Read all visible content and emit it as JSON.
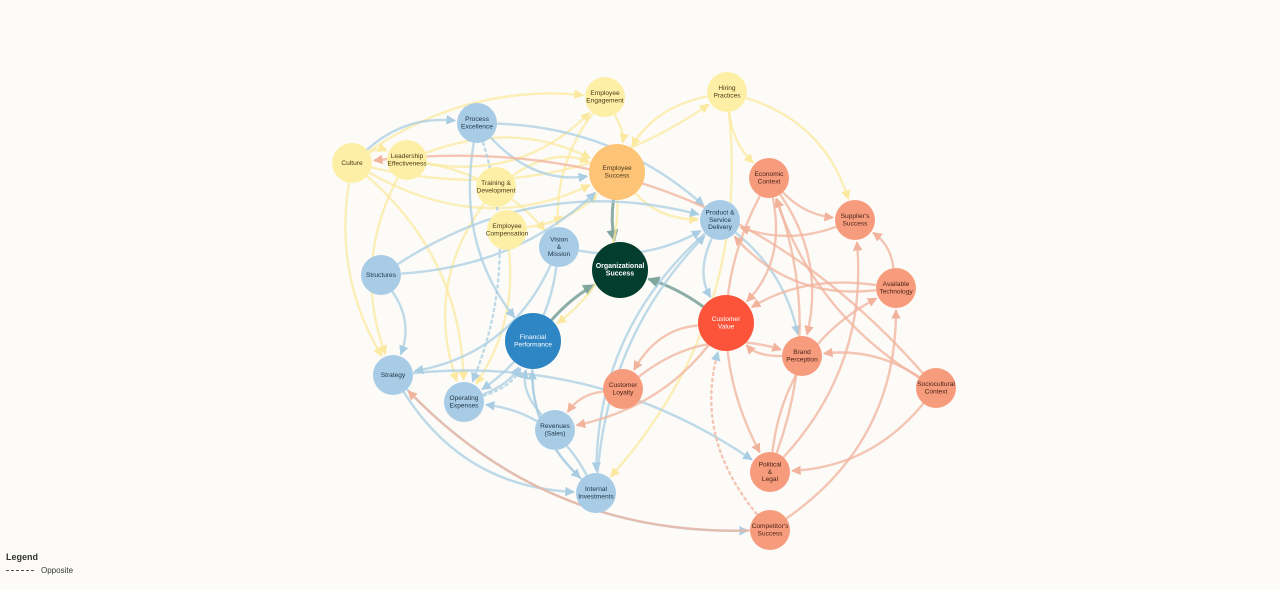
{
  "colors": {
    "org": "#033d2e",
    "employee_hub": "#fdc477",
    "employee_factor": "#fdf0a6",
    "financial_hub": "#2f86c4",
    "financial_factor": "#a8cce6",
    "customer_hub": "#fc543a",
    "customer_factor": "#f79b7d",
    "edge_employee": "#fbe9a0",
    "edge_financial": "#a9cde2",
    "edge_customer": "#f1b39c",
    "edge_hub_org": "#7fa59c"
  },
  "nodes": [
    {
      "id": "org",
      "lines": [
        "Organizational",
        "Success"
      ],
      "group": "org"
    },
    {
      "id": "employee_success",
      "lines": [
        "Employee",
        "Success"
      ],
      "group": "employee_hub"
    },
    {
      "id": "financial_performance",
      "lines": [
        "Financial",
        "Performance"
      ],
      "group": "financial_hub"
    },
    {
      "id": "customer_value",
      "lines": [
        "Customer",
        "Value"
      ],
      "group": "customer_hub"
    },
    {
      "id": "culture",
      "lines": [
        "Culture"
      ],
      "group": "employee_factor"
    },
    {
      "id": "leadership",
      "lines": [
        "Leadership",
        "Effectiveness"
      ],
      "group": "employee_factor"
    },
    {
      "id": "employee_engagement",
      "lines": [
        "Employee",
        "Engagement"
      ],
      "group": "employee_factor"
    },
    {
      "id": "hiring",
      "lines": [
        "Hiring",
        "Practices"
      ],
      "group": "employee_factor"
    },
    {
      "id": "training",
      "lines": [
        "Training &",
        "Development"
      ],
      "group": "employee_factor"
    },
    {
      "id": "compensation",
      "lines": [
        "Employee",
        "Compensation"
      ],
      "group": "employee_factor"
    },
    {
      "id": "process",
      "lines": [
        "Process",
        "Excellence"
      ],
      "group": "financial_factor"
    },
    {
      "id": "structures",
      "lines": [
        "Structures"
      ],
      "group": "financial_factor"
    },
    {
      "id": "strategy",
      "lines": [
        "Strategy"
      ],
      "group": "financial_factor"
    },
    {
      "id": "vision",
      "lines": [
        "Vision",
        "&",
        "Mission"
      ],
      "group": "financial_factor"
    },
    {
      "id": "operating",
      "lines": [
        "Operating",
        "Expenses"
      ],
      "group": "financial_factor"
    },
    {
      "id": "revenues",
      "lines": [
        "Revenues",
        "(Sales)"
      ],
      "group": "financial_factor"
    },
    {
      "id": "internal",
      "lines": [
        "Internal",
        "Investments"
      ],
      "group": "financial_factor"
    },
    {
      "id": "product",
      "lines": [
        "Product &",
        "Service",
        "Delivery"
      ],
      "group": "financial_factor"
    },
    {
      "id": "economic",
      "lines": [
        "Economic",
        "Context"
      ],
      "group": "customer_factor"
    },
    {
      "id": "supplier",
      "lines": [
        "Supplier's",
        "Success"
      ],
      "group": "customer_factor"
    },
    {
      "id": "technology",
      "lines": [
        "Available",
        "Technology"
      ],
      "group": "customer_factor"
    },
    {
      "id": "brand",
      "lines": [
        "Brand",
        "Perception"
      ],
      "group": "customer_factor"
    },
    {
      "id": "loyalty",
      "lines": [
        "Customer",
        "Loyalty"
      ],
      "group": "customer_factor"
    },
    {
      "id": "sociocultural",
      "lines": [
        "Sociocultural",
        "Context"
      ],
      "group": "customer_factor"
    },
    {
      "id": "political",
      "lines": [
        "Political",
        "&",
        "Legal"
      ],
      "group": "customer_factor"
    },
    {
      "id": "competitor",
      "lines": [
        "Competitor's",
        "Success"
      ],
      "group": "customer_factor"
    }
  ],
  "edges": [
    {
      "from": "employee_success",
      "to": "org",
      "type": "hub"
    },
    {
      "from": "financial_performance",
      "to": "org",
      "type": "hub"
    },
    {
      "from": "customer_value",
      "to": "org",
      "type": "hub"
    },
    {
      "from": "employee_engagement",
      "to": "employee_success",
      "type": "employee"
    },
    {
      "from": "hiring",
      "to": "employee_success",
      "type": "employee"
    },
    {
      "from": "training",
      "to": "employee_success",
      "type": "employee"
    },
    {
      "from": "compensation",
      "to": "employee_success",
      "type": "employee"
    },
    {
      "from": "leadership",
      "to": "employee_success",
      "type": "employee"
    },
    {
      "from": "culture",
      "to": "employee_success",
      "type": "employee"
    },
    {
      "from": "culture",
      "to": "employee_engagement",
      "type": "employee"
    },
    {
      "from": "culture",
      "to": "hiring",
      "type": "employee"
    },
    {
      "from": "culture",
      "to": "leadership",
      "type": "employee"
    },
    {
      "from": "culture",
      "to": "strategy",
      "type": "employee"
    },
    {
      "from": "culture",
      "to": "operating",
      "type": "employee"
    },
    {
      "from": "leadership",
      "to": "employee_engagement",
      "type": "employee"
    },
    {
      "from": "leadership",
      "to": "vision",
      "type": "employee"
    },
    {
      "from": "leadership",
      "to": "strategy",
      "type": "employee"
    },
    {
      "from": "hiring",
      "to": "supplier",
      "type": "employee"
    },
    {
      "from": "hiring",
      "to": "economic",
      "type": "employee"
    },
    {
      "from": "hiring",
      "to": "internal",
      "type": "employee"
    },
    {
      "from": "training",
      "to": "operating",
      "type": "employee"
    },
    {
      "from": "compensation",
      "to": "operating",
      "type": "employee"
    },
    {
      "from": "employee_success",
      "to": "product",
      "type": "employee"
    },
    {
      "from": "employee_success",
      "to": "financial_performance",
      "type": "employee"
    },
    {
      "from": "employee_engagement",
      "to": "vision",
      "type": "employee"
    },
    {
      "from": "culture",
      "to": "process",
      "type": "financial"
    },
    {
      "from": "process",
      "to": "employee_success",
      "type": "financial"
    },
    {
      "from": "process",
      "to": "product",
      "type": "financial"
    },
    {
      "from": "process",
      "to": "financial_performance",
      "type": "financial"
    },
    {
      "from": "structures",
      "to": "strategy",
      "type": "financial"
    },
    {
      "from": "structures",
      "to": "employee_success",
      "type": "financial"
    },
    {
      "from": "structures",
      "to": "product",
      "type": "financial"
    },
    {
      "from": "strategy",
      "to": "internal",
      "type": "financial"
    },
    {
      "from": "strategy",
      "to": "political",
      "type": "financial"
    },
    {
      "from": "strategy",
      "to": "competitor",
      "type": "financial"
    },
    {
      "from": "vision",
      "to": "strategy",
      "type": "financial"
    },
    {
      "from": "vision",
      "to": "product",
      "type": "financial"
    },
    {
      "from": "vision",
      "to": "operating",
      "type": "financial"
    },
    {
      "from": "product",
      "to": "customer_value",
      "type": "financial"
    },
    {
      "from": "product",
      "to": "brand",
      "type": "financial"
    },
    {
      "from": "product",
      "to": "internal",
      "type": "financial"
    },
    {
      "from": "revenues",
      "to": "financial_performance",
      "type": "financial"
    },
    {
      "from": "operating",
      "to": "financial_performance",
      "type": "financial"
    },
    {
      "from": "internal",
      "to": "financial_performance",
      "type": "financial"
    },
    {
      "from": "internal",
      "to": "operating",
      "type": "financial"
    },
    {
      "from": "internal",
      "to": "product",
      "type": "financial"
    },
    {
      "from": "financial_performance",
      "to": "internal",
      "type": "financial"
    },
    {
      "from": "economic",
      "to": "customer_value",
      "type": "customer"
    },
    {
      "from": "economic",
      "to": "supplier",
      "type": "customer"
    },
    {
      "from": "economic",
      "to": "brand",
      "type": "customer"
    },
    {
      "from": "economic",
      "to": "political",
      "type": "customer"
    },
    {
      "from": "supplier",
      "to": "product",
      "type": "customer"
    },
    {
      "from": "technology",
      "to": "supplier",
      "type": "customer"
    },
    {
      "from": "technology",
      "to": "product",
      "type": "customer"
    },
    {
      "from": "technology",
      "to": "customer_value",
      "type": "customer"
    },
    {
      "from": "brand",
      "to": "customer_value",
      "type": "customer"
    },
    {
      "from": "customer_value",
      "to": "loyalty",
      "type": "customer"
    },
    {
      "from": "customer_value",
      "to": "revenues",
      "type": "customer"
    },
    {
      "from": "loyalty",
      "to": "revenues",
      "type": "customer"
    },
    {
      "from": "loyalty",
      "to": "brand",
      "type": "customer"
    },
    {
      "from": "sociocultural",
      "to": "brand",
      "type": "customer"
    },
    {
      "from": "sociocultural",
      "to": "political",
      "type": "customer"
    },
    {
      "from": "sociocultural",
      "to": "culture",
      "type": "customer"
    },
    {
      "from": "sociocultural",
      "to": "economic",
      "type": "customer"
    },
    {
      "from": "political",
      "to": "supplier",
      "type": "customer"
    },
    {
      "from": "political",
      "to": "technology",
      "type": "customer"
    },
    {
      "from": "political",
      "to": "economic",
      "type": "customer"
    },
    {
      "from": "competitor",
      "to": "strategy",
      "type": "customer"
    },
    {
      "from": "competitor",
      "to": "technology",
      "type": "customer"
    },
    {
      "from": "process",
      "to": "operating",
      "type": "opposite"
    },
    {
      "from": "operating",
      "to": "financial_performance",
      "type": "opposite"
    },
    {
      "from": "competitor",
      "to": "customer_value",
      "type": "opposite"
    }
  ],
  "legend": {
    "title": "Legend",
    "opposite_label": "Opposite"
  }
}
